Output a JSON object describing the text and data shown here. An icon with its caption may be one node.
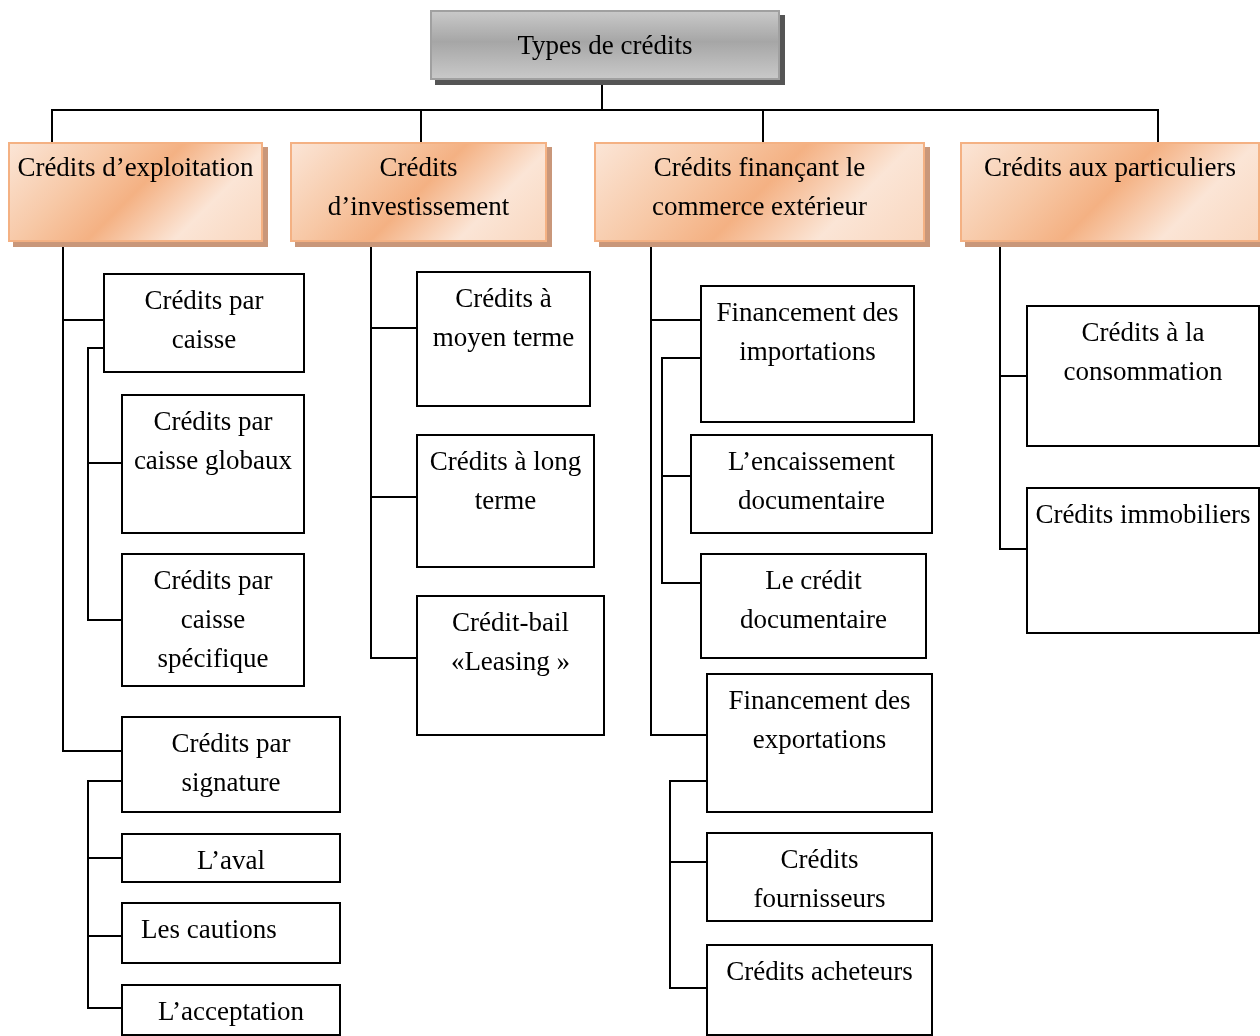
{
  "diagram": {
    "nodes": [
      {
        "text": [
          "Types de crédits"
        ]
      },
      {
        "text": [
          "Crédits d’exploitation"
        ]
      },
      {
        "text": [
          "Crédits d’investissement"
        ]
      },
      {
        "text": [
          "Crédits finançant le commerce extérieur"
        ]
      },
      {
        "text": [
          "Crédits aux particuliers"
        ]
      },
      {
        "text": [
          "Crédits par caisse"
        ]
      },
      {
        "text": [
          "Crédits par caisse globaux"
        ]
      },
      {
        "text": [
          "Crédits par caisse spécifique"
        ]
      },
      {
        "text": [
          "Crédits par signature"
        ]
      },
      {
        "text": [
          "L’aval"
        ]
      },
      {
        "text": [
          "Les cautions"
        ]
      },
      {
        "text": [
          "L’acceptation"
        ]
      },
      {
        "text": [
          "Crédits à moyen terme"
        ]
      },
      {
        "text": [
          "Crédits à long terme"
        ]
      },
      {
        "text": [
          "Crédit-bail «Leasing »"
        ]
      },
      {
        "text": [
          "Financement des importations"
        ]
      },
      {
        "text": [
          "L’encaissement documentaire"
        ]
      },
      {
        "text": [
          "Le crédit documentaire"
        ]
      },
      {
        "text": [
          "Financement des exportations"
        ]
      },
      {
        "text": [
          "Crédits fournisseurs"
        ]
      },
      {
        "text": [
          "Crédits acheteurs"
        ]
      },
      {
        "text": [
          "Crédits à la consommation"
        ]
      },
      {
        "text": [
          "Crédits immobiliers"
        ]
      }
    ],
    "edges": [
      {
        "from": 0,
        "to": 1,
        "arrow": "none"
      },
      {
        "from": 0,
        "to": 2,
        "arrow": "none"
      },
      {
        "from": 0,
        "to": 3,
        "arrow": "none"
      },
      {
        "from": 0,
        "to": 4,
        "arrow": "none"
      },
      {
        "from": 1,
        "to": 5,
        "arrow": "none"
      },
      {
        "from": 5,
        "to": 6,
        "arrow": "none"
      },
      {
        "from": 5,
        "to": 7,
        "arrow": "none"
      },
      {
        "from": 1,
        "to": 8,
        "arrow": "none"
      },
      {
        "from": 8,
        "to": 9,
        "arrow": "none"
      },
      {
        "from": 8,
        "to": 10,
        "arrow": "none"
      },
      {
        "from": 8,
        "to": 11,
        "arrow": "none"
      },
      {
        "from": 2,
        "to": 12,
        "arrow": "none"
      },
      {
        "from": 2,
        "to": 13,
        "arrow": "none"
      },
      {
        "from": 2,
        "to": 14,
        "arrow": "none"
      },
      {
        "from": 3,
        "to": 15,
        "arrow": "none"
      },
      {
        "from": 15,
        "to": 16,
        "arrow": "none"
      },
      {
        "from": 15,
        "to": 17,
        "arrow": "none"
      },
      {
        "from": 3,
        "to": 18,
        "arrow": "none"
      },
      {
        "from": 18,
        "to": 19,
        "arrow": "none"
      },
      {
        "from": 18,
        "to": 20,
        "arrow": "none"
      },
      {
        "from": 4,
        "to": 21,
        "arrow": "none"
      },
      {
        "from": 4,
        "to": 22,
        "arrow": "none"
      }
    ]
  }
}
